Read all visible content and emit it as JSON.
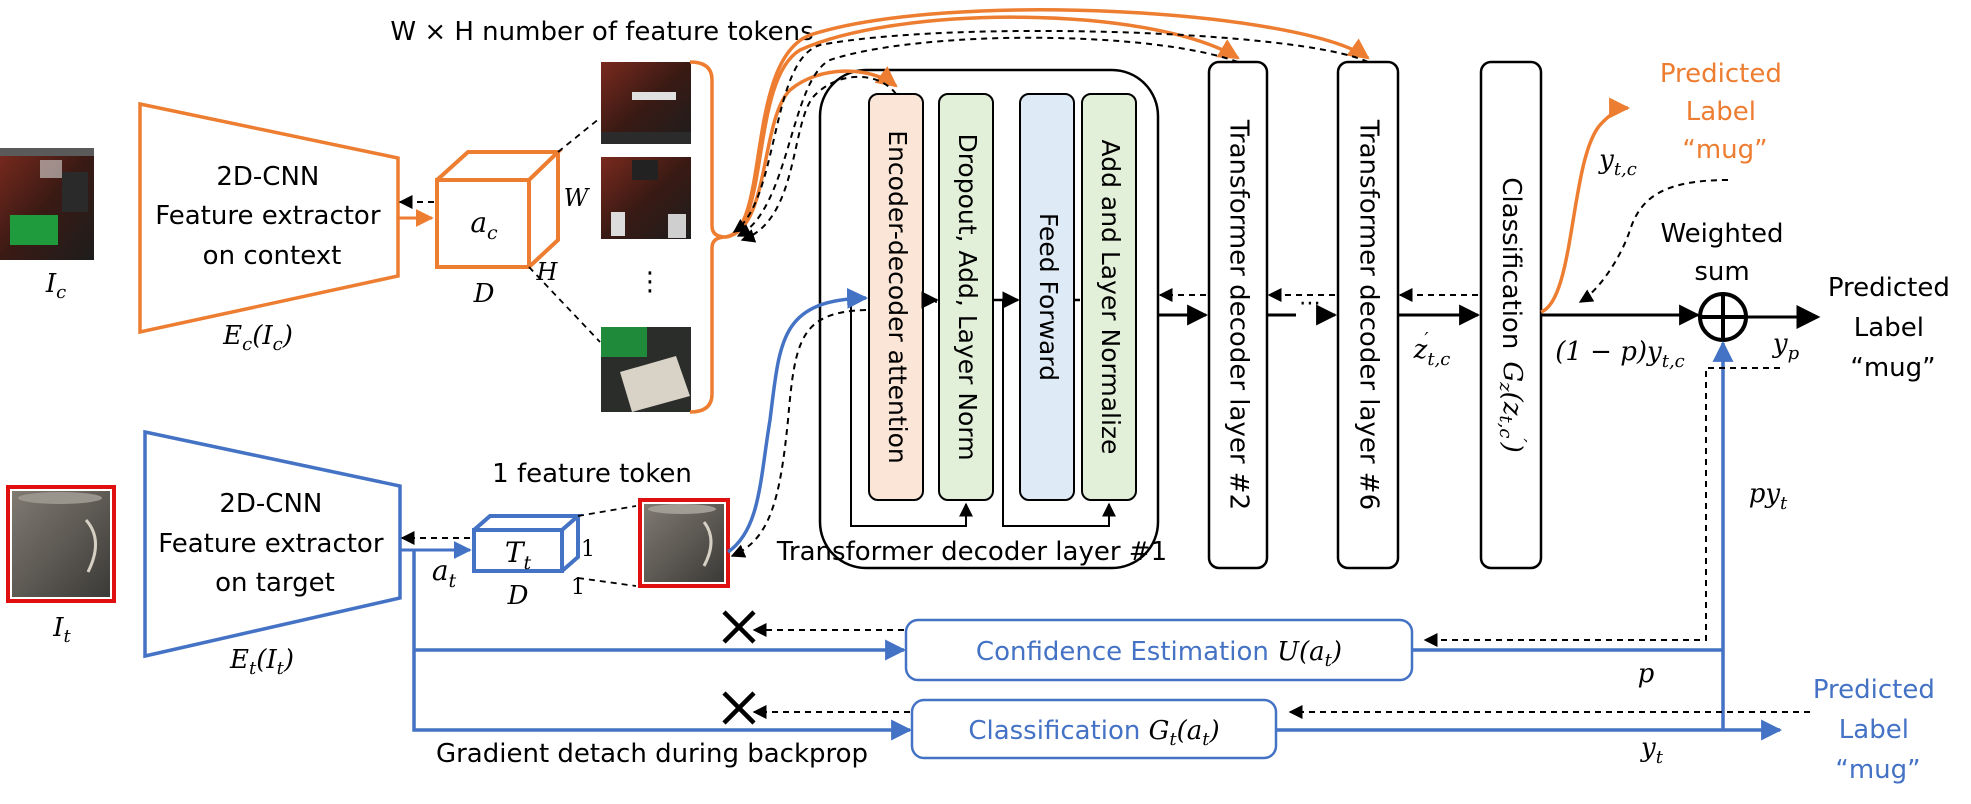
{
  "colors": {
    "context": "#ED7D31",
    "target": "#4472C4",
    "encdec_fill": "#FBE5D6",
    "dropout_fill": "#E2F0D9",
    "feedforward_fill": "#DEEBF7",
    "addnorm_fill": "#E2F0D9",
    "line": "#000000"
  },
  "icons": {
    "context_image": "dark-room-photo-icon",
    "target_image": "mug-photo-icon",
    "context_token_images": [
      "room-crop-photo-icon",
      "room-crop-photo-icon",
      "room-crop-photo-icon",
      "floor-crop-photo-icon"
    ],
    "cross": "cross-icon",
    "sum": "circled-plus-icon"
  },
  "context": {
    "image_label": "I",
    "image_label_sub": "c",
    "extractor_lines": [
      "2D-CNN",
      "Feature extractor",
      "on context"
    ],
    "extractor_fn": "E",
    "extractor_fn_sub": "c",
    "extractor_fn_arg": "(I",
    "extractor_fn_arg_sub": "c",
    "extractor_fn_close": ")",
    "cube_label": "a",
    "cube_label_sub": "c",
    "cube_W": "W",
    "cube_H": "H",
    "cube_D": "D",
    "tokens_title": "W × H number of feature tokens",
    "tokens_ellipsis": "⋮"
  },
  "target": {
    "image_label": "I",
    "image_label_sub": "t",
    "extractor_lines": [
      "2D-CNN",
      "Feature extractor",
      "on target"
    ],
    "extractor_fn": "E",
    "extractor_fn_sub": "t",
    "extractor_fn_arg": "(I",
    "extractor_fn_arg_sub": "t",
    "extractor_fn_close": ")",
    "a_label": "a",
    "a_label_sub": "t",
    "box_label": "T",
    "box_label_sub": "t",
    "box_D": "D",
    "box_one_a": "1",
    "box_one_b": "1",
    "token_title": "1 feature token"
  },
  "decoder": {
    "layer1_caption": "Transformer decoder layer #1",
    "encdec": "Encoder-decoder attention",
    "dropout": "Dropout, Add, Layer Norm",
    "feedforward": "Feed Forward",
    "addnorm": "Add and Layer Normalize",
    "layer2": "Transformer decoder layer #2",
    "layer6": "Transformer decoder layer #6",
    "dots": "⋯",
    "z_label": "z",
    "z_sub": "t,c",
    "z_prime": "′",
    "classification": "Classification",
    "gz_g": "G",
    "gz_g_sub": "z",
    "gz_z": "(z",
    "gz_z_sub": "t,c",
    "gz_prime": "′",
    "gz_close": ")"
  },
  "fusion": {
    "ytc": "y",
    "ytc_sub": "t,c",
    "weighted": "Weighted",
    "sum": "sum",
    "one_minus_p": "(1 − p)y",
    "one_minus_p_sub": "t,c",
    "yp": "y",
    "yp_sub": "p",
    "pyt": "py",
    "pyt_sub": "t",
    "p": "p",
    "yt": "y",
    "yt_sub": "t"
  },
  "predicted_context": [
    "Predicted",
    "Label",
    "“mug”"
  ],
  "predicted_final": [
    "Predicted",
    "Label",
    "“mug”"
  ],
  "predicted_target": [
    "Predicted",
    "Label",
    "“mug”"
  ],
  "confidence": {
    "label": "Confidence Estimation ",
    "fn": "U",
    "arg": "(a",
    "arg_sub": "t",
    "close": ")"
  },
  "classification_t": {
    "label": "Classification ",
    "fn": "G",
    "fn_sub": "t",
    "arg": "(a",
    "arg_sub": "t",
    "close": ")"
  },
  "gradient_note": "Gradient detach during backprop"
}
